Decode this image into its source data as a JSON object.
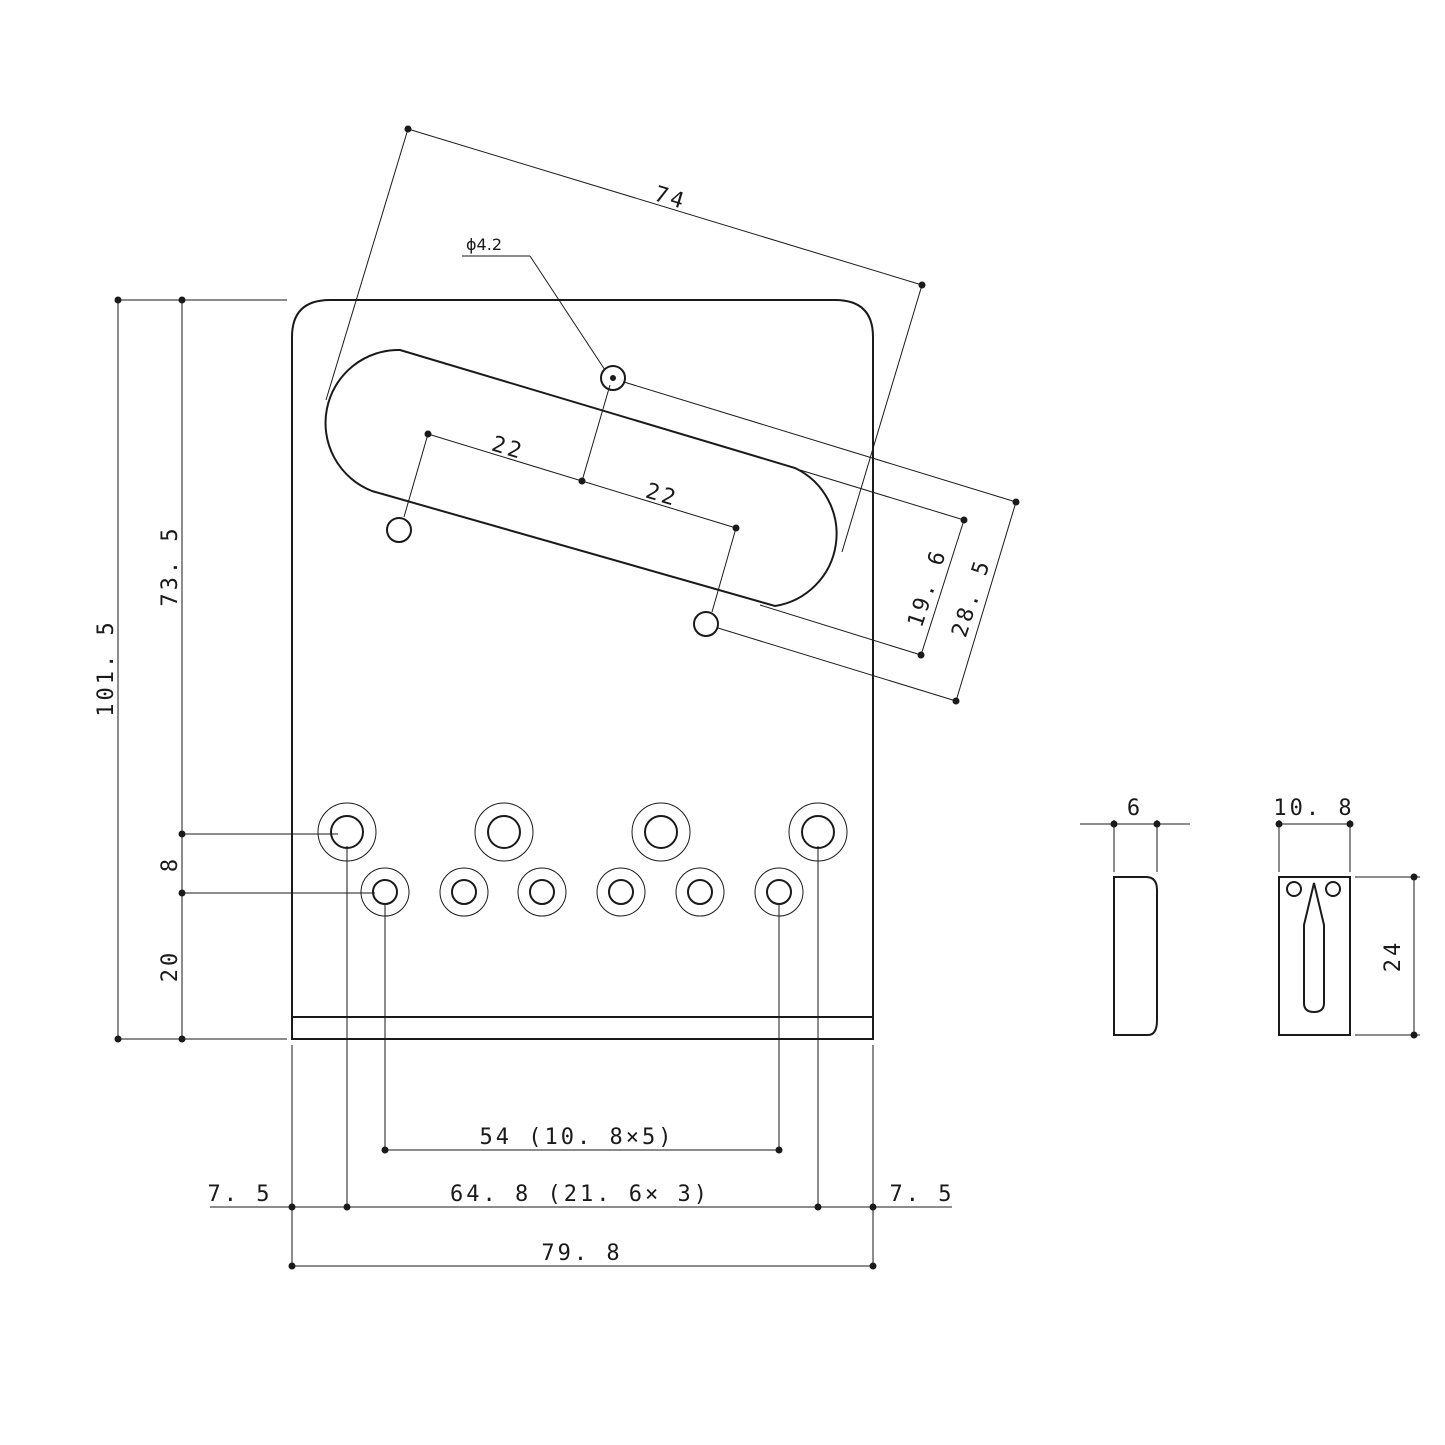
{
  "drawing": {
    "dimensions": {
      "pickup_length": "74",
      "screw_hole_dia": "ϕ4.2",
      "pole_span_1": "22",
      "pole_span_2": "22",
      "offset_19_6": "19. 6",
      "offset_28_5": "28. 5",
      "total_height": "101. 5",
      "height_73_5": "73. 5",
      "height_8": "8",
      "height_20": "20",
      "saddle_screw_span": "54 (10. 8×5)",
      "mount_span": "64. 8 (21. 6× 3)",
      "edge_left": "7. 5",
      "edge_right": "7. 5",
      "total_width": "79. 8",
      "side_width": "6",
      "saddle_width": "10. 8",
      "saddle_height": "24"
    }
  }
}
